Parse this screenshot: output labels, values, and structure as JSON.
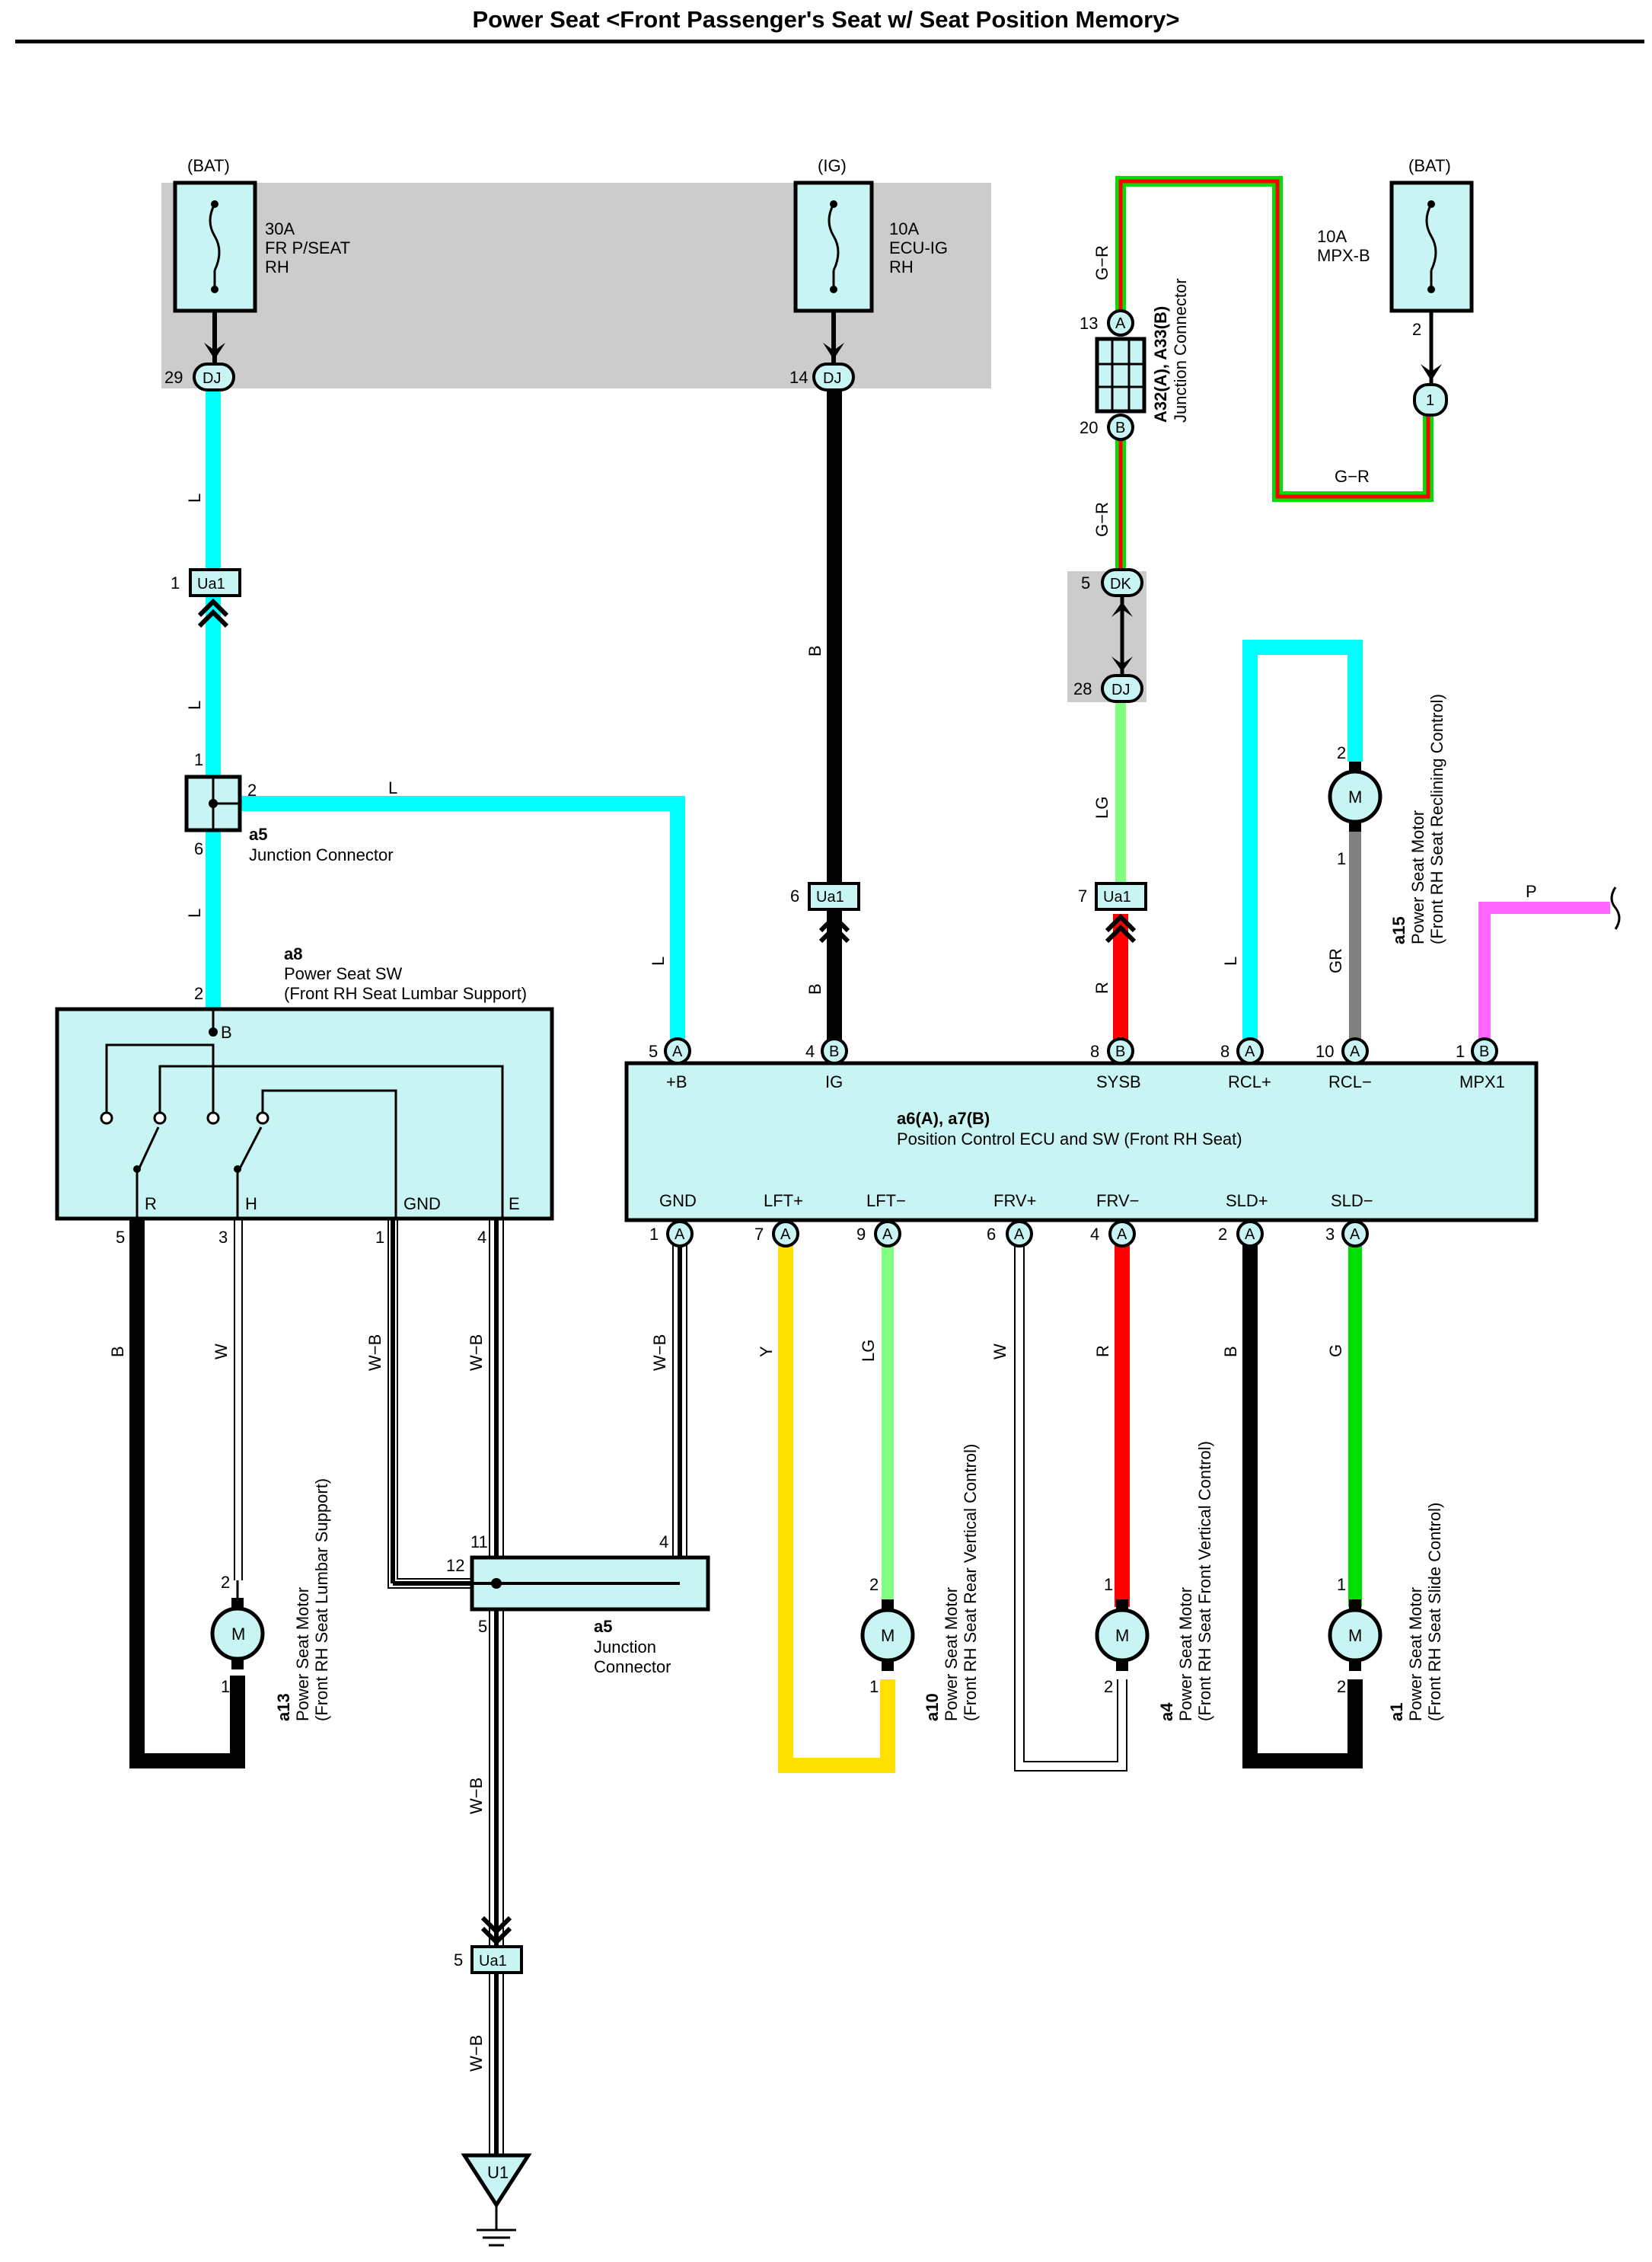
{
  "title": "Power Seat <Front Passenger's Seat w/ Seat Position Memory>",
  "colors": {
    "L": "#00ffff",
    "B": "#000000",
    "G-R-outer": "#00e000",
    "G-R-inner": "#ff0000",
    "LG": "#80ff80",
    "R": "#ff0000",
    "GR": "#808080",
    "P": "#ff66ff",
    "Y": "#ffe000",
    "G": "#00e000",
    "box-fill": "#c8f4f4",
    "shade": "#cccccc"
  },
  "fuses": [
    {
      "source": "(BAT)",
      "rating": "30A",
      "name1": "FR P/SEAT",
      "name2": "RH",
      "pin": "29",
      "conn": "DJ"
    },
    {
      "source": "(IG)",
      "rating": "10A",
      "name1": "ECU-IG",
      "name2": "RH",
      "pin": "14",
      "conn": "DJ"
    },
    {
      "source": "(BAT)",
      "rating": "10A",
      "name1": "MPX-B",
      "name2": "",
      "pin": "2",
      "conn": "1"
    }
  ],
  "jc_a32": {
    "id": "A32(A), A33(B)",
    "name": "Junction Connector",
    "pin_top": "13",
    "pin_top_conn": "A",
    "pin_bot": "20",
    "pin_bot_conn": "B"
  },
  "dk": {
    "pin": "5",
    "conn": "DK"
  },
  "dj28": {
    "pin": "28",
    "conn": "DJ"
  },
  "ua1": {
    "conn": "Ua1",
    "p1": "1",
    "p6": "6",
    "p7": "7",
    "p5": "5"
  },
  "a5_top": {
    "id": "a5",
    "name": "Junction Connector",
    "p1": "1",
    "p2": "2",
    "p6": "6"
  },
  "a5_bot": {
    "id": "a5",
    "name1": "Junction",
    "name2": "Connector",
    "p11": "11",
    "p12": "12",
    "p4": "4",
    "p5": "5"
  },
  "a8": {
    "id": "a8",
    "name1": "Power Seat SW",
    "name2": "(Front RH Seat Lumbar Support)",
    "pin_top": "2",
    "t_B": "B",
    "t_R": "R",
    "t_H": "H",
    "t_GND": "GND",
    "t_E": "E",
    "p5": "5",
    "p3": "3",
    "p1": "1",
    "p4": "4"
  },
  "ecu": {
    "id": "a6(A), a7(B)",
    "name": "Position Control ECU and SW (Front RH Seat)",
    "top": [
      {
        "pin": "5",
        "conn": "A",
        "label": "+B"
      },
      {
        "pin": "4",
        "conn": "B",
        "label": "IG"
      },
      {
        "pin": "8",
        "conn": "B",
        "label": "SYSB"
      },
      {
        "pin": "8",
        "conn": "A",
        "label": "RCL+"
      },
      {
        "pin": "10",
        "conn": "A",
        "label": "RCL−"
      },
      {
        "pin": "1",
        "conn": "B",
        "label": "MPX1"
      }
    ],
    "bottom": [
      {
        "pin": "1",
        "conn": "A",
        "label": "GND"
      },
      {
        "pin": "7",
        "conn": "A",
        "label": "LFT+"
      },
      {
        "pin": "9",
        "conn": "A",
        "label": "LFT−"
      },
      {
        "pin": "6",
        "conn": "A",
        "label": "FRV+"
      },
      {
        "pin": "4",
        "conn": "A",
        "label": "FRV−"
      },
      {
        "pin": "2",
        "conn": "A",
        "label": "SLD+"
      },
      {
        "pin": "3",
        "conn": "A",
        "label": "SLD−"
      }
    ]
  },
  "wire_colors": {
    "L": "L",
    "B": "B",
    "G-R": "G−R",
    "LG": "LG",
    "R": "R",
    "GR": "GR",
    "P": "P",
    "W": "W",
    "W-B": "W−B",
    "Y": "Y",
    "G": "G"
  },
  "motors": [
    {
      "id": "a13",
      "name1": "Power Seat Motor",
      "name2": "(Front RH Seat Lumbar Support)",
      "p_top": "2",
      "p_bot": "1",
      "symbol": "M"
    },
    {
      "id": "a10",
      "name1": "Power Seat Motor",
      "name2": "(Front RH Seat Rear Vertical Control)",
      "p_top": "2",
      "p_bot": "1",
      "symbol": "M"
    },
    {
      "id": "a4",
      "name1": "Power Seat Motor",
      "name2": "(Front RH Seat Front Vertical Control)",
      "p_top": "1",
      "p_bot": "2",
      "symbol": "M"
    },
    {
      "id": "a1",
      "name1": "Power Seat Motor",
      "name2": "(Front RH Seat Slide Control)",
      "p_top": "1",
      "p_bot": "2",
      "symbol": "M"
    },
    {
      "id": "a15",
      "name1": "Power Seat Motor",
      "name2": "(Front RH Seat Reclining Control)",
      "p_top": "2",
      "p_bot": "1",
      "symbol": "M"
    }
  ],
  "ground": {
    "id": "U1"
  }
}
